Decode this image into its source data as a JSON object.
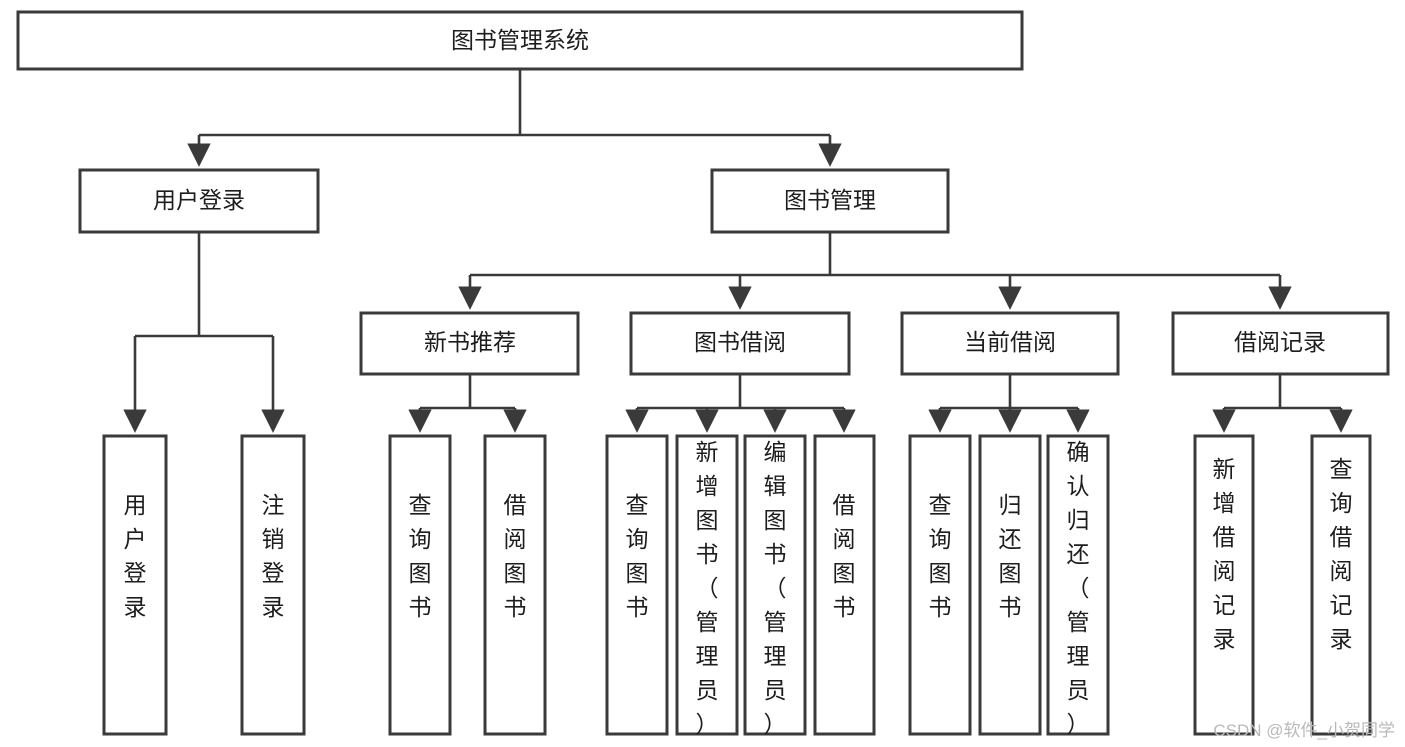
{
  "diagram": {
    "title": "图书管理系统",
    "type": "hierarchy-tree",
    "watermark": "CSDN @软件_小贺同学",
    "colors": {
      "box_stroke": "#3a3a3a",
      "box_fill": "#ffffff",
      "text": "#1d1d1d",
      "edge": "#3a3a3a",
      "watermark": "#b9b9b9",
      "background": "#ffffff"
    },
    "nodes": {
      "root": {
        "label": "图书管理系统"
      },
      "level2": [
        {
          "id": "user-login",
          "label": "用户登录"
        },
        {
          "id": "book-manage",
          "label": "图书管理"
        }
      ],
      "level3": [
        {
          "id": "new-book-recommend",
          "label": "新书推荐"
        },
        {
          "id": "book-borrow",
          "label": "图书借阅"
        },
        {
          "id": "current-borrow",
          "label": "当前借阅"
        },
        {
          "id": "borrow-record",
          "label": "借阅记录"
        }
      ],
      "leaves": [
        {
          "id": "leaf-user-login",
          "label": "用户登录",
          "parent": "user-login"
        },
        {
          "id": "leaf-logout",
          "label": "注销登录",
          "parent": "user-login"
        },
        {
          "id": "leaf-query-book-1",
          "label": "查询图书",
          "parent": "new-book-recommend"
        },
        {
          "id": "leaf-borrow-book-1",
          "label": "借阅图书",
          "parent": "new-book-recommend"
        },
        {
          "id": "leaf-query-book-2",
          "label": "查询图书",
          "parent": "book-borrow"
        },
        {
          "id": "leaf-add-book",
          "label": "新增图书（管理员）",
          "parent": "book-borrow"
        },
        {
          "id": "leaf-edit-book",
          "label": "编辑图书（管理员）",
          "parent": "book-borrow"
        },
        {
          "id": "leaf-borrow-book-2",
          "label": "借阅图书",
          "parent": "book-borrow"
        },
        {
          "id": "leaf-query-book-3",
          "label": "查询图书",
          "parent": "current-borrow"
        },
        {
          "id": "leaf-return-book",
          "label": "归还图书",
          "parent": "current-borrow"
        },
        {
          "id": "leaf-confirm-return",
          "label": "确认归还（管理员）",
          "parent": "current-borrow"
        },
        {
          "id": "leaf-add-record",
          "label": "新增借阅记录",
          "parent": "borrow-record"
        },
        {
          "id": "leaf-query-record",
          "label": "查询借阅记录",
          "parent": "borrow-record"
        }
      ]
    }
  }
}
